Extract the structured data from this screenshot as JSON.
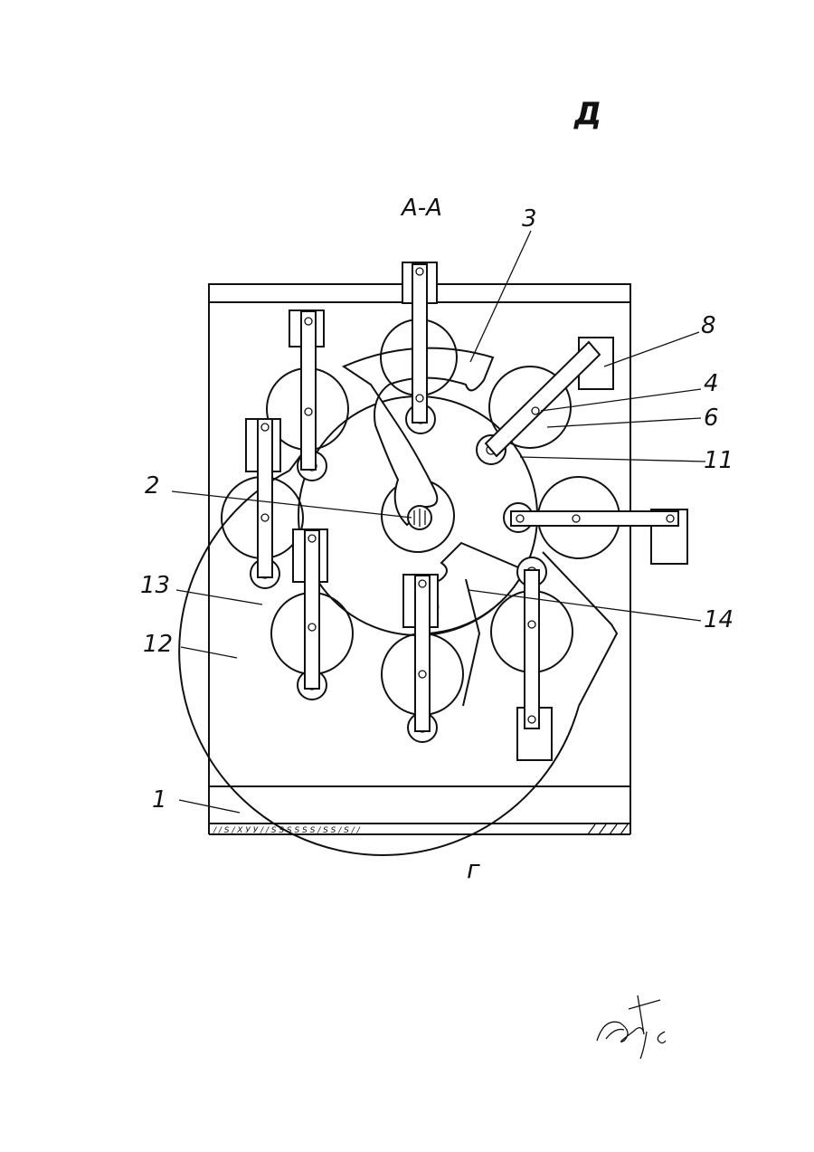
{
  "sheet_letter": "Д",
  "section_label": "А-А",
  "figure_label": "г",
  "ground_text": "/ / S / X У У / / S S S S S S / S S / S / /",
  "callouts": {
    "c1": "1",
    "c2": "2",
    "c3": "3",
    "c4": "4",
    "c6": "6",
    "c8": "8",
    "c11": "11",
    "c12": "12",
    "c13": "13",
    "c14": "14"
  }
}
